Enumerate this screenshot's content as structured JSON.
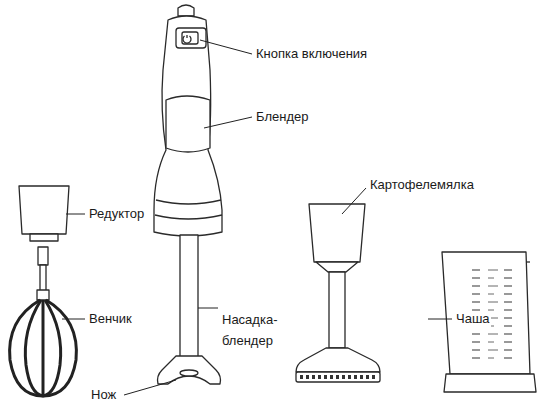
{
  "diagram": {
    "labels": [
      "Кнопка включения",
      "Блендер",
      "Редуктор",
      "Венчик",
      "Насадка-блендер",
      "Нож",
      "Картофелемялка",
      "Чаша"
    ]
  }
}
